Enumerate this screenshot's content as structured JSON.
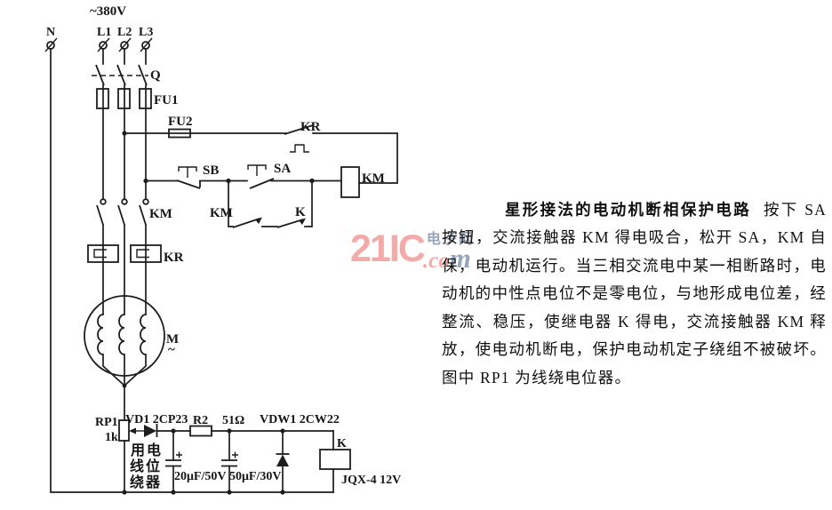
{
  "colors": {
    "ink": "#1d1d1d",
    "watermark_pink": "#f2aba8",
    "watermark_gray": "#97a5ba"
  },
  "watermark": {
    "brand": "21IC",
    "site": "电子网",
    "domain_prefix": ".co",
    "domain_m": "m"
  },
  "description": {
    "title": "星形接法的电动机断相保护电路",
    "body": "按下 SA 按钮，交流接触器 KM 得电吸合，松开 SA，KM 自保，电动机运行。当三相交流电中某一相断路时，电动机的中性点电位不是零电位，与地形成电位差，经整流、稳压，使继电器 K 得电，交流接触器 KM 释放，使电动机断电，保护电动机定子绕组不被破坏。图中 RP1 为线绕电位器。"
  },
  "circuit": {
    "supply_voltage": "~380V",
    "neutral": "N",
    "phase1": "L1",
    "phase2": "L2",
    "phase3": "L3",
    "breaker": "Q",
    "fuse_main": "FU1",
    "fuse_control": "FU2",
    "thermal_contact": "KR",
    "stop_button": "SB",
    "start_button": "SA",
    "contactor_coil": "KM",
    "contactor_aux": "KM",
    "relay_contact": "K",
    "contactor_main": "KM",
    "thermal_heater": "KR",
    "motor": "M",
    "motor_tilde": "~",
    "pot": "RP1",
    "pot_value": "1k",
    "diode": "VD1 2CP23",
    "r2": "R2",
    "r2_value": "51Ω",
    "cap1": "20μF/50V",
    "cap2": "50μF/30V",
    "zener": "VDW1 2CW22",
    "relay_coil": "K",
    "relay_model": "JQX-4 12V",
    "note_line1": "用电",
    "note_line2": "线位",
    "note_line3": "绕器"
  }
}
